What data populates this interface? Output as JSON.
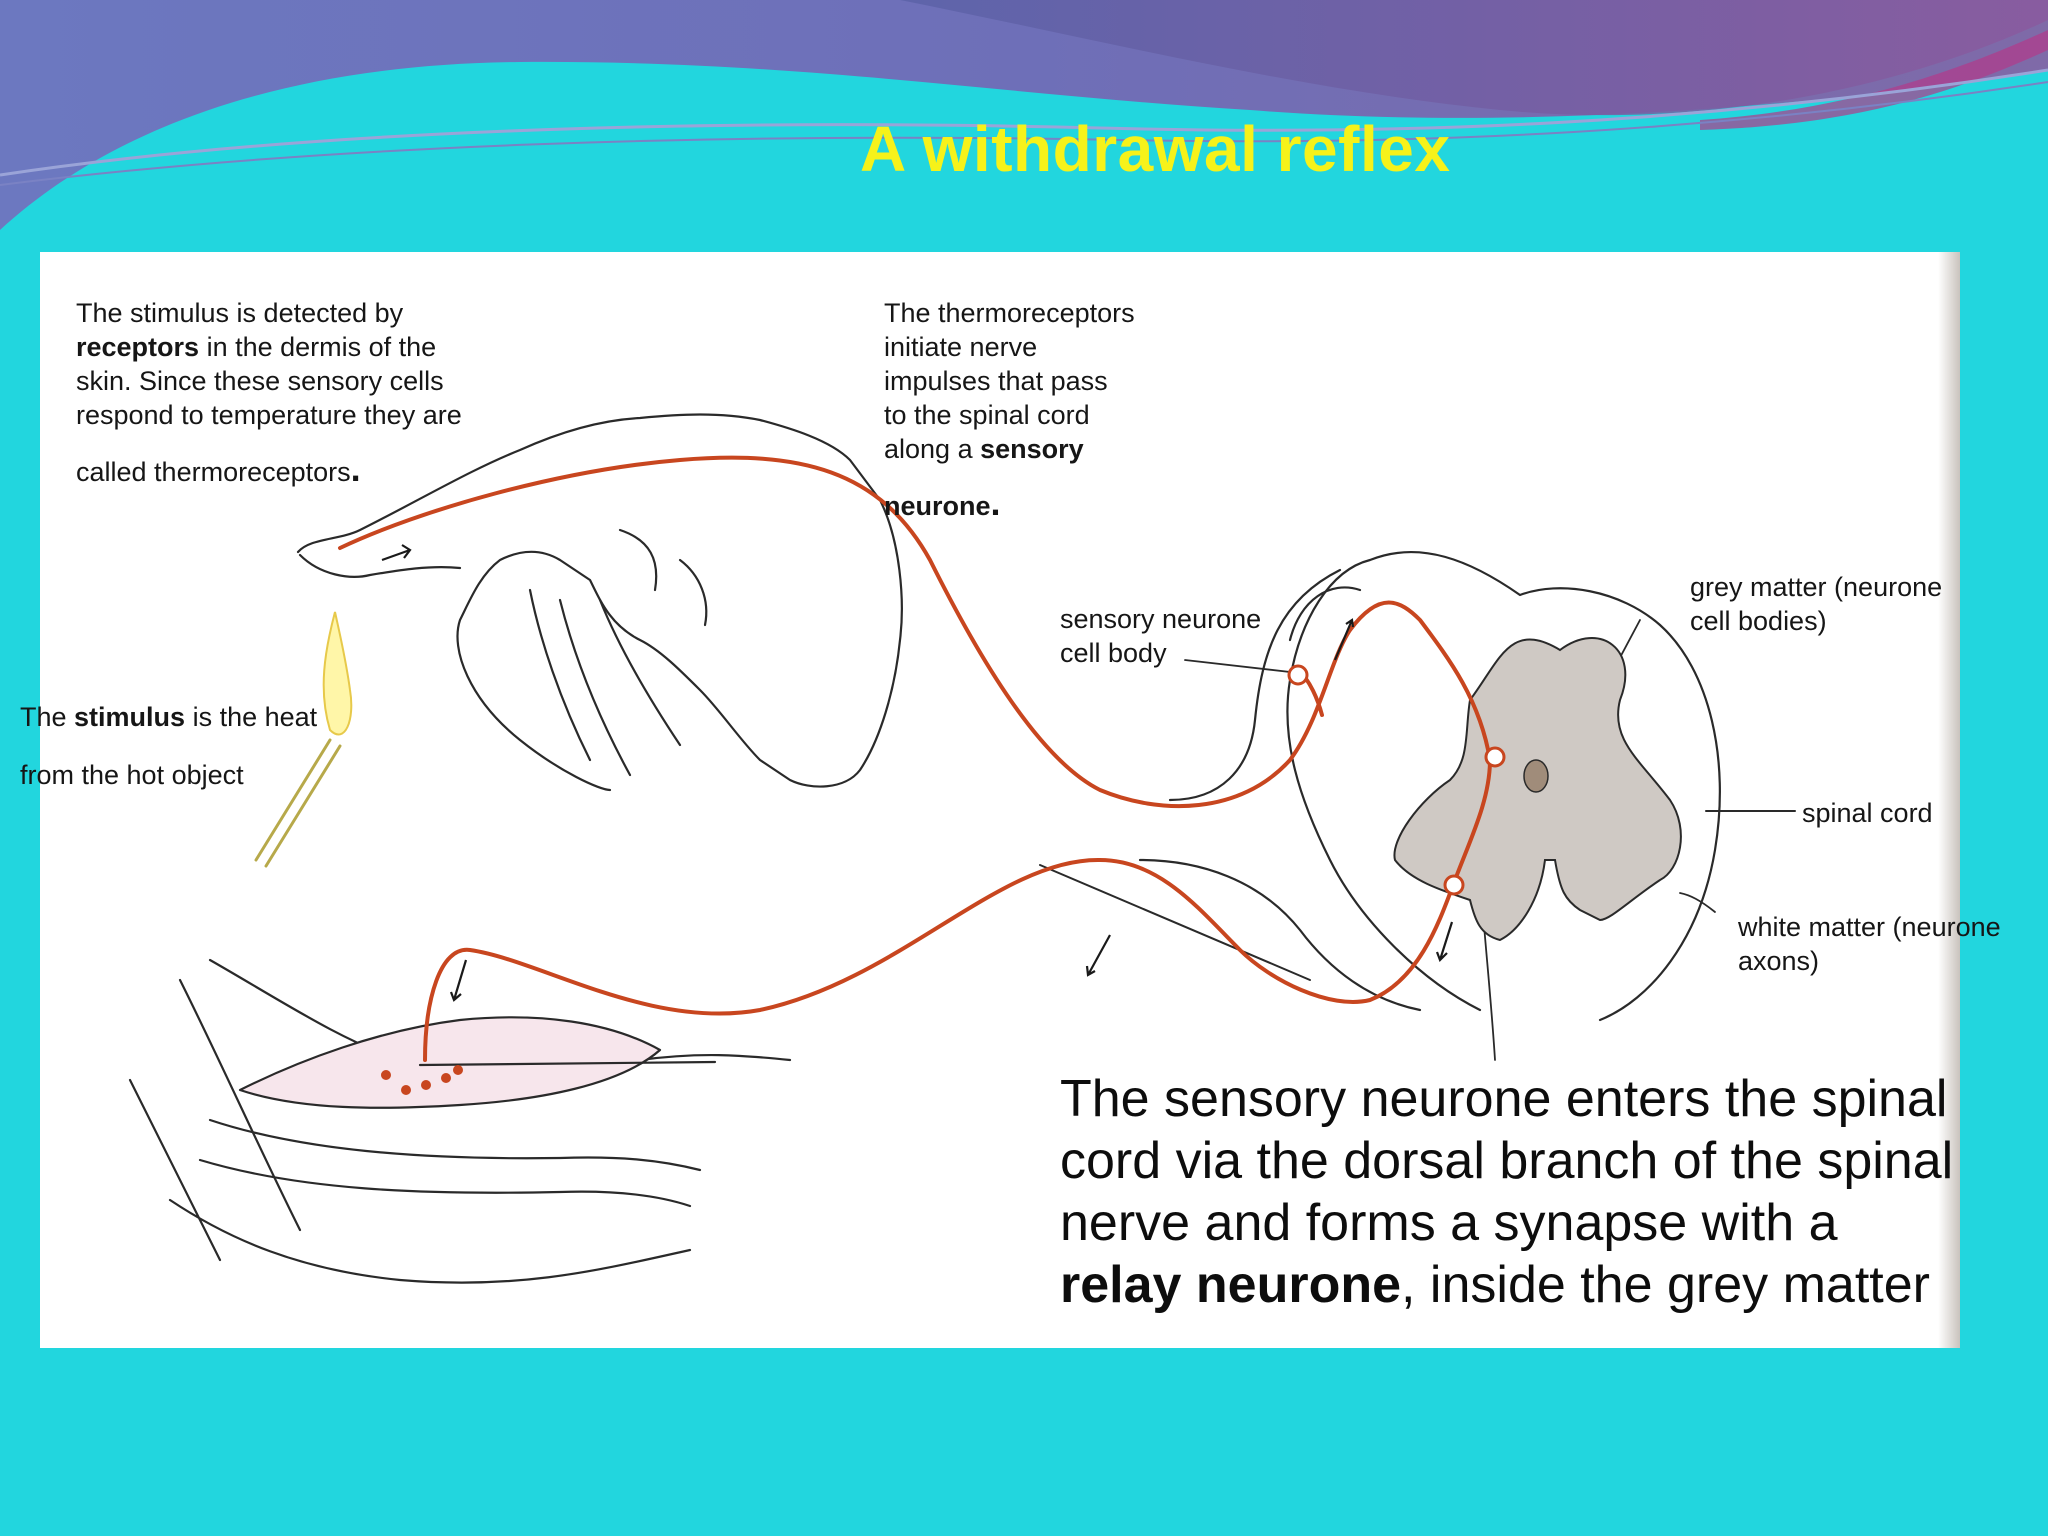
{
  "title": "A withdrawal reflex",
  "labels": {
    "receptors": {
      "l1": "The stimulus is detected by",
      "l2_bold": "receptors",
      "l2_rest": " in the dermis of the",
      "l3": "skin. Since these sensory cells",
      "l4": "respond to temperature they are",
      "l5": "called thermoreceptors",
      "dot": "."
    },
    "thermoreceptors": {
      "l1": "The thermoreceptors",
      "l2": "initiate nerve",
      "l3": "impulses that pass",
      "l4": "to the spinal cord",
      "l5_pre": "along a ",
      "l5_bold": "sensory",
      "l6_bold": "neurone",
      "dot": "."
    },
    "stimulus": {
      "l1_pre": "The ",
      "l1_bold": "stimulus",
      "l1_rest": " is the heat",
      "l2": "from the hot object"
    },
    "cell_body": {
      "l1": "sensory neurone",
      "l2": "cell body"
    },
    "grey_matter": {
      "l1": "grey matter (neurone",
      "l2": "cell bodies)"
    },
    "spinal_cord": "spinal cord",
    "white_matter": {
      "l1": "white matter (neurone",
      "l2": "axons)"
    }
  },
  "caption": {
    "l1": "The sensory neurone enters the spinal",
    "l2": "cord via the dorsal branch of the spinal",
    "l3": "nerve and forms a synapse with a",
    "l4_bold": "relay neurone",
    "l4_rest": ", inside the grey matter"
  },
  "colors": {
    "background": "#22d6de",
    "title": "#f6f21a",
    "nerve": "#c8461f",
    "grey_matter": "#cfc9c4"
  }
}
